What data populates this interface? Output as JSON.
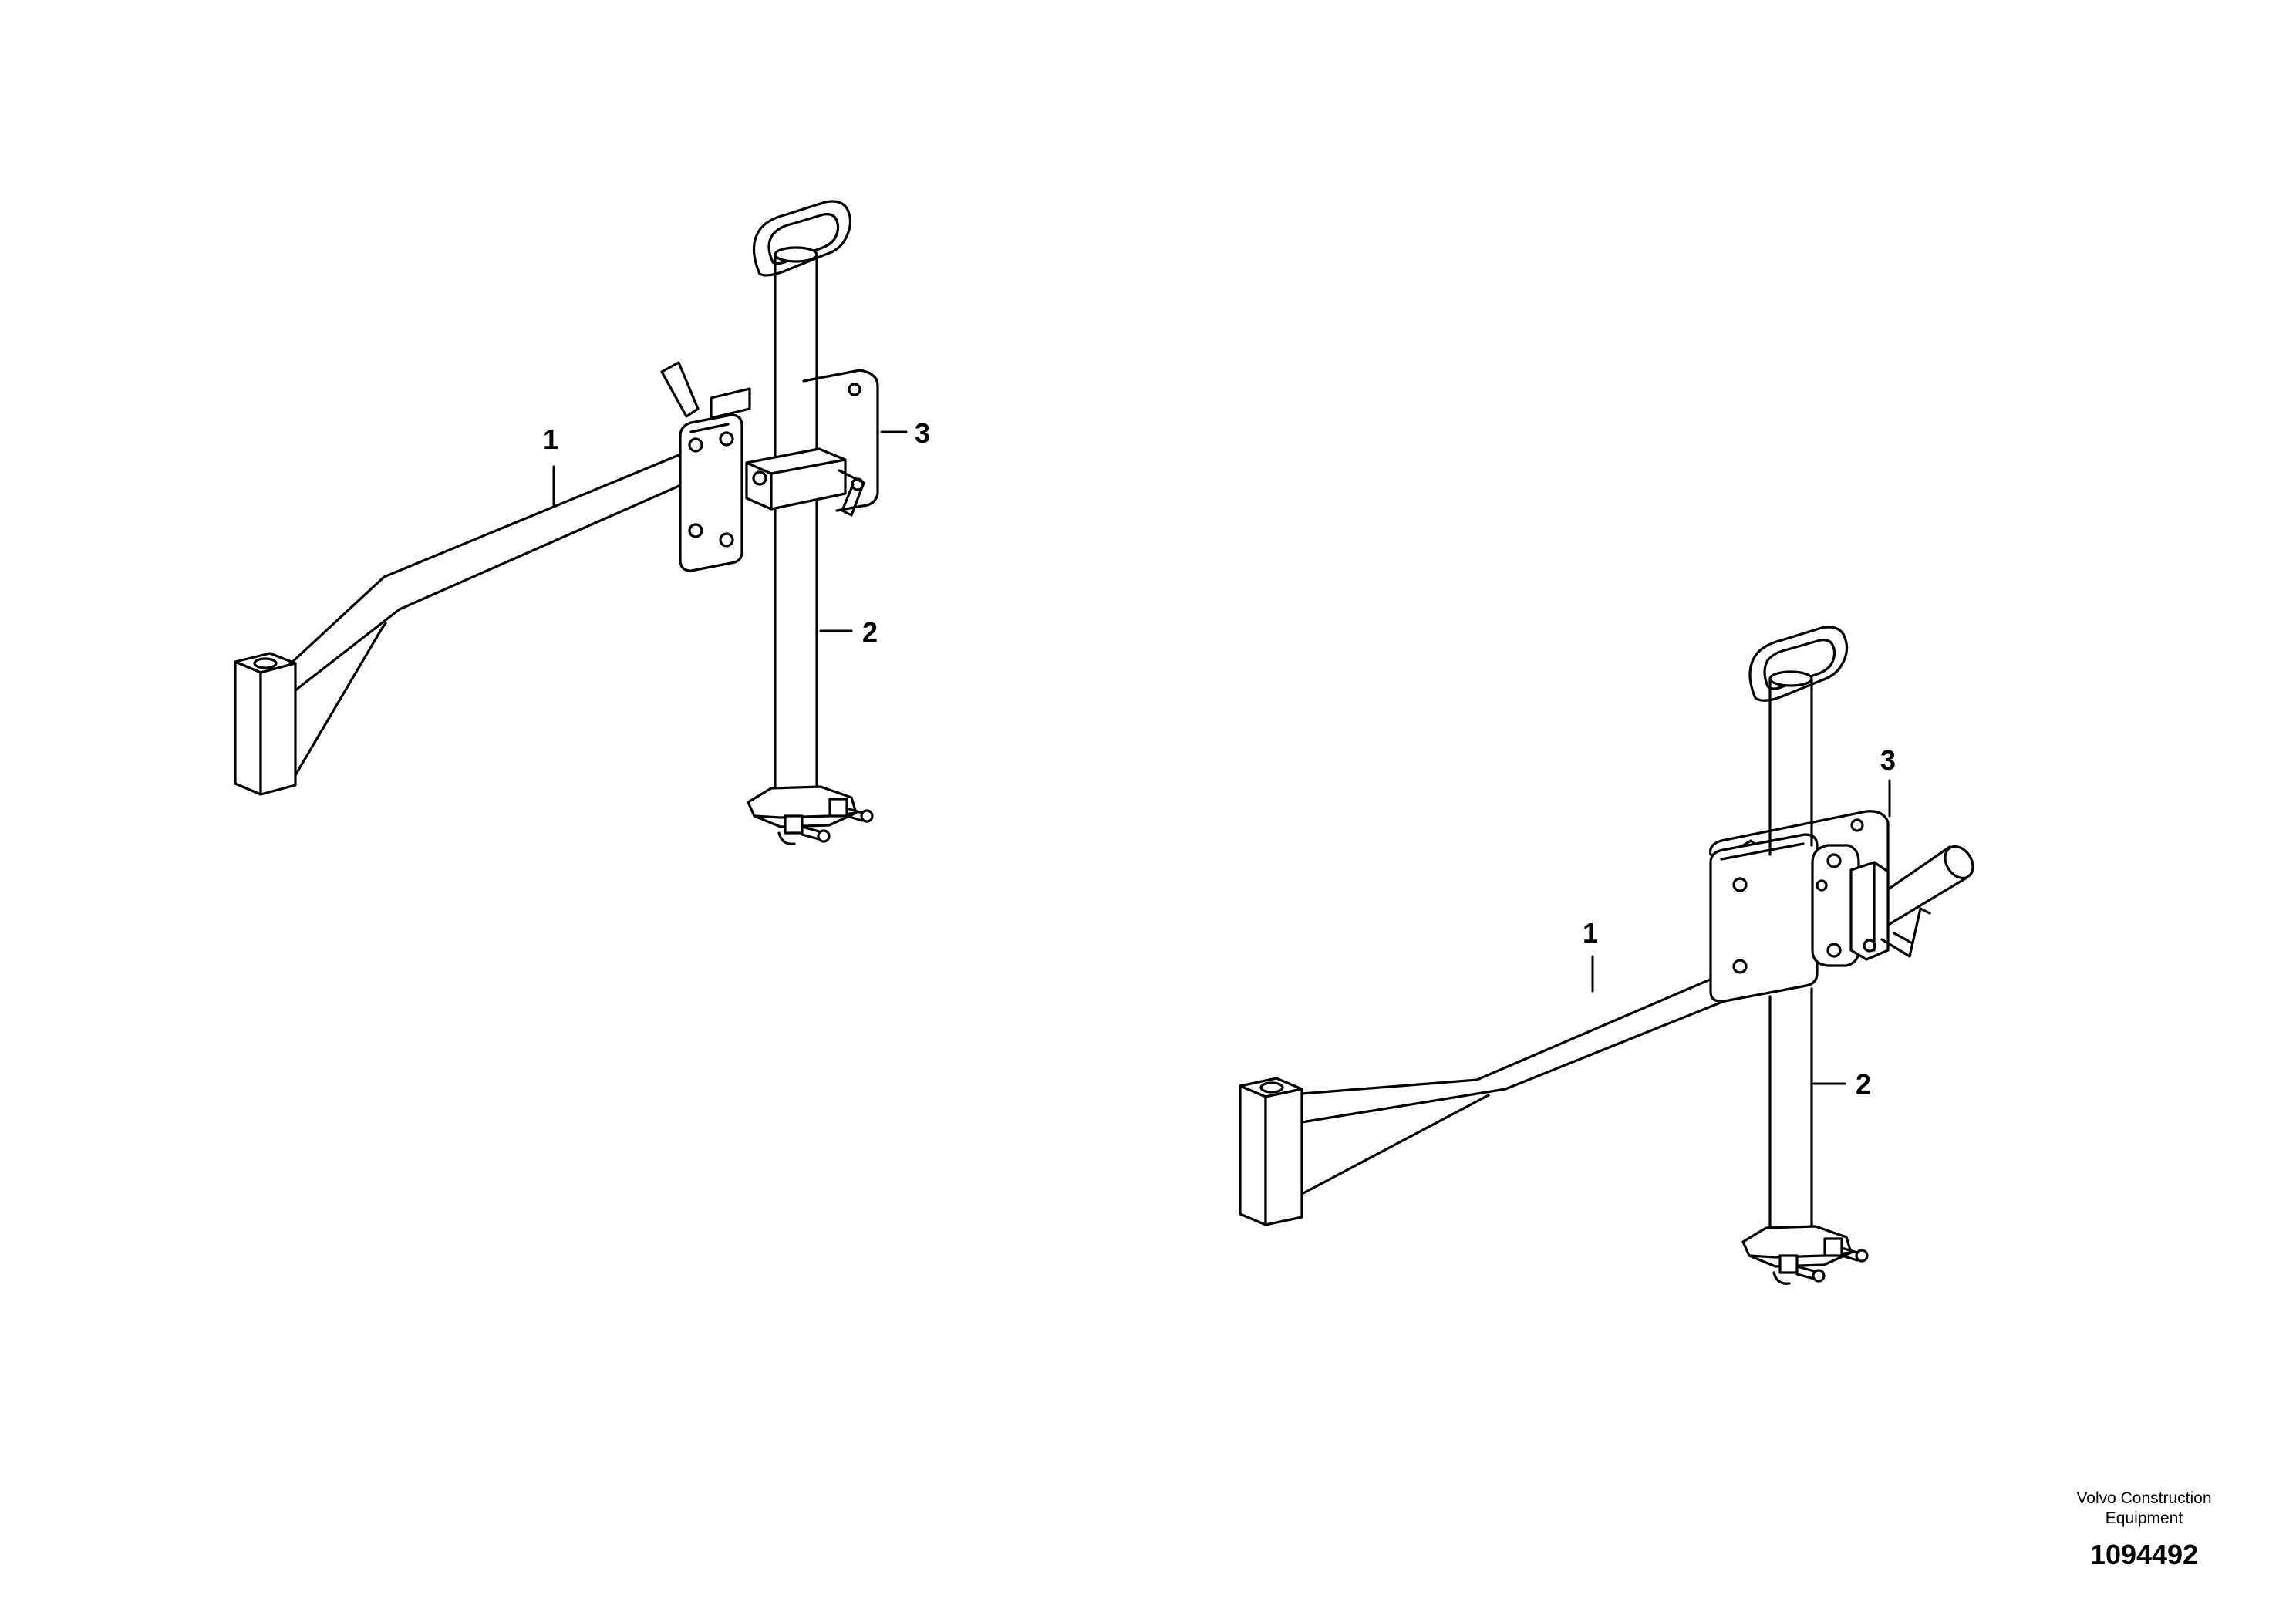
{
  "diagram": {
    "callouts_left": [
      {
        "id": "1",
        "label": "1"
      },
      {
        "id": "2",
        "label": "2"
      },
      {
        "id": "3",
        "label": "3"
      }
    ],
    "callouts_right": [
      {
        "id": "1",
        "label": "1"
      },
      {
        "id": "2",
        "label": "2"
      },
      {
        "id": "3",
        "label": "3"
      }
    ],
    "line_color": "#000000",
    "background_color": "#ffffff"
  },
  "credit": {
    "line1": "Volvo Construction",
    "line2": "Equipment",
    "drawing_number": "1094492"
  }
}
